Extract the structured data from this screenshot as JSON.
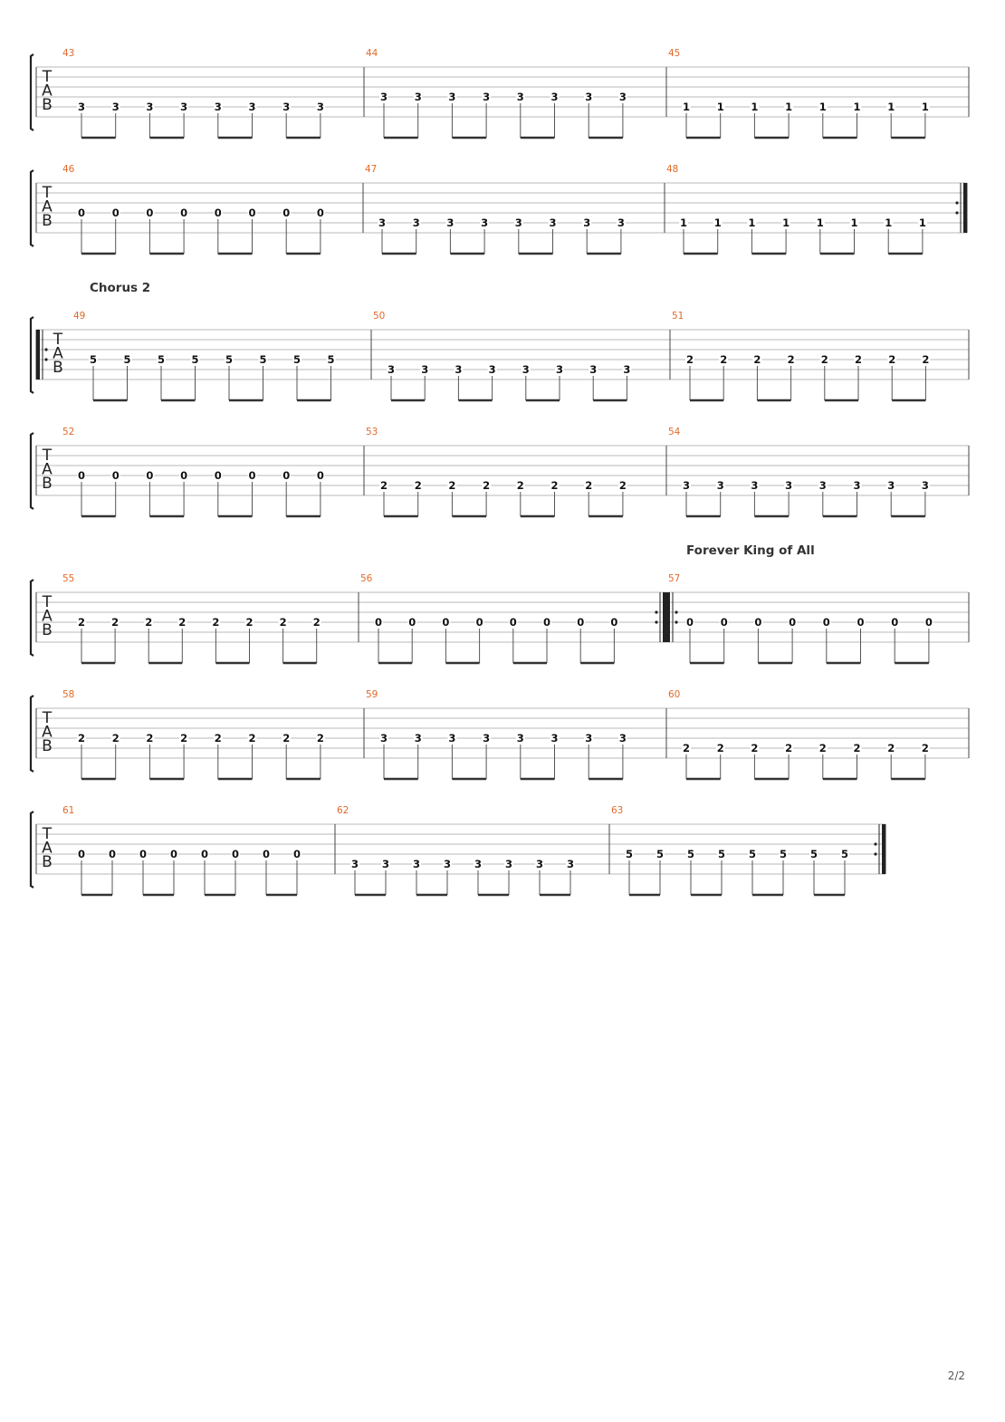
{
  "page": {
    "number_label": "2/2"
  },
  "tab_clef": [
    "T",
    "A",
    "B"
  ],
  "systems": [
    {
      "measures": [
        {
          "number": "43",
          "string": "E",
          "frets": [
            "3",
            "3",
            "3",
            "3",
            "3",
            "3",
            "3",
            "3"
          ]
        },
        {
          "number": "44",
          "string": "A",
          "frets": [
            "3",
            "3",
            "3",
            "3",
            "3",
            "3",
            "3",
            "3"
          ]
        },
        {
          "number": "45",
          "string": "E",
          "frets": [
            "1",
            "1",
            "1",
            "1",
            "1",
            "1",
            "1",
            "1"
          ]
        }
      ]
    },
    {
      "measures": [
        {
          "number": "46",
          "string": "A",
          "frets": [
            "0",
            "0",
            "0",
            "0",
            "0",
            "0",
            "0",
            "0"
          ]
        },
        {
          "number": "47",
          "string": "E",
          "frets": [
            "3",
            "3",
            "3",
            "3",
            "3",
            "3",
            "3",
            "3"
          ]
        },
        {
          "number": "48",
          "string": "E",
          "frets": [
            "1",
            "1",
            "1",
            "1",
            "1",
            "1",
            "1",
            "1"
          ],
          "repeat_end": true
        }
      ]
    },
    {
      "section": "Chorus 2",
      "measures": [
        {
          "number": "49",
          "string": "A",
          "frets": [
            "5",
            "5",
            "5",
            "5",
            "5",
            "5",
            "5",
            "5"
          ],
          "repeat_start": true
        },
        {
          "number": "50",
          "string": "E",
          "frets": [
            "3",
            "3",
            "3",
            "3",
            "3",
            "3",
            "3",
            "3"
          ]
        },
        {
          "number": "51",
          "string": "A",
          "frets": [
            "2",
            "2",
            "2",
            "2",
            "2",
            "2",
            "2",
            "2"
          ]
        }
      ]
    },
    {
      "measures": [
        {
          "number": "52",
          "string": "A",
          "frets": [
            "0",
            "0",
            "0",
            "0",
            "0",
            "0",
            "0",
            "0"
          ]
        },
        {
          "number": "53",
          "string": "E",
          "frets": [
            "2",
            "2",
            "2",
            "2",
            "2",
            "2",
            "2",
            "2"
          ]
        },
        {
          "number": "54",
          "string": "E",
          "frets": [
            "3",
            "3",
            "3",
            "3",
            "3",
            "3",
            "3",
            "3"
          ]
        }
      ]
    },
    {
      "section": "Forever King of All",
      "measures": [
        {
          "number": "55",
          "string": "A",
          "frets": [
            "2",
            "2",
            "2",
            "2",
            "2",
            "2",
            "2",
            "2"
          ]
        },
        {
          "number": "56",
          "string": "A",
          "frets": [
            "0",
            "0",
            "0",
            "0",
            "0",
            "0",
            "0",
            "0"
          ],
          "repeat_end": true
        },
        {
          "number": "57",
          "string": "A",
          "frets": [
            "0",
            "0",
            "0",
            "0",
            "0",
            "0",
            "0",
            "0"
          ],
          "repeat_start": true
        }
      ]
    },
    {
      "measures": [
        {
          "number": "58",
          "string": "A",
          "frets": [
            "2",
            "2",
            "2",
            "2",
            "2",
            "2",
            "2",
            "2"
          ]
        },
        {
          "number": "59",
          "string": "A",
          "frets": [
            "3",
            "3",
            "3",
            "3",
            "3",
            "3",
            "3",
            "3"
          ]
        },
        {
          "number": "60",
          "string": "E",
          "frets": [
            "2",
            "2",
            "2",
            "2",
            "2",
            "2",
            "2",
            "2"
          ]
        }
      ]
    },
    {
      "measures": [
        {
          "number": "61",
          "string": "A",
          "frets": [
            "0",
            "0",
            "0",
            "0",
            "0",
            "0",
            "0",
            "0"
          ]
        },
        {
          "number": "62",
          "string": "E",
          "frets": [
            "3",
            "3",
            "3",
            "3",
            "3",
            "3",
            "3",
            "3"
          ]
        },
        {
          "number": "63",
          "string": "A",
          "frets": [
            "5",
            "5",
            "5",
            "5",
            "5",
            "5",
            "5",
            "5"
          ],
          "repeat_end": true
        }
      ]
    }
  ]
}
